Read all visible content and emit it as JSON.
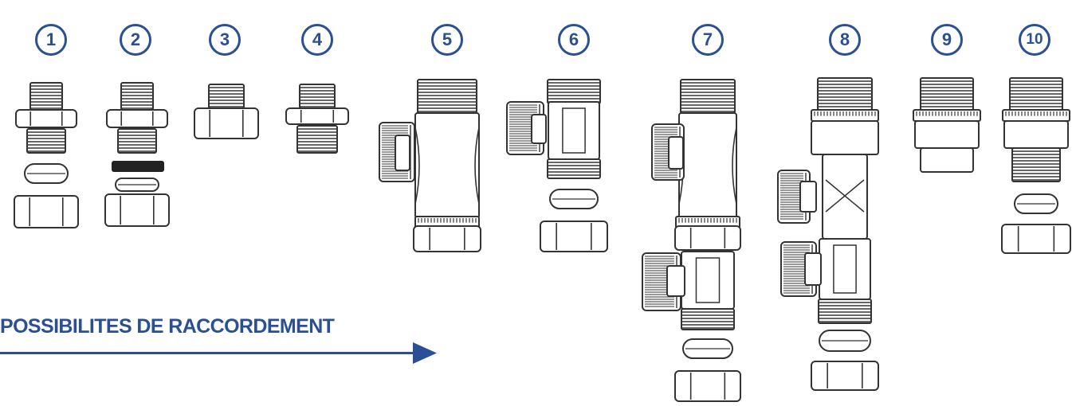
{
  "labels": [
    "1",
    "2",
    "3",
    "4",
    "5",
    "6",
    "7",
    "8",
    "9",
    "10"
  ],
  "caption": "POSSIBILITES DE RACCORDEMENT",
  "colors": {
    "accent": "#2a4f94",
    "line": "#333333",
    "fill": "#ffffff",
    "dark": "#222222"
  }
}
